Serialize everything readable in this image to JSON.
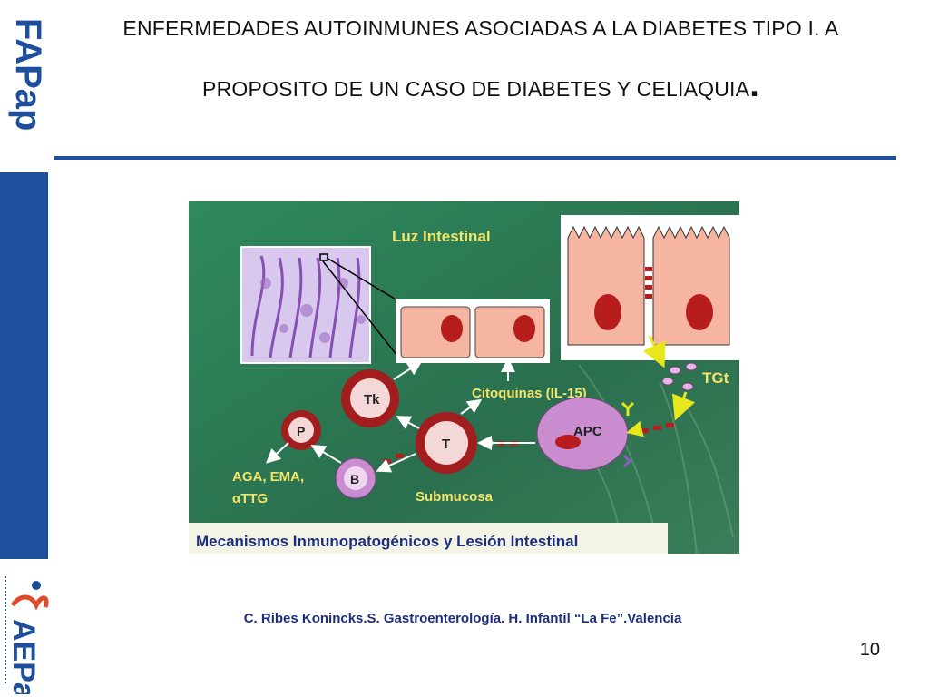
{
  "sidebar": {
    "top_logo_text": "FAPap",
    "bottom_logo_text": "AEPap"
  },
  "title": {
    "line1": "ENFERMEDADES AUTOINMUNES ASOCIADAS A LA DIABETES TIPO I. A",
    "line2": "PROPOSITO DE UN CASO DE DIABETES Y CELIAQUIA",
    "line2_dot": "."
  },
  "figure": {
    "label_lumen": "Luz Intestinal",
    "label_tgt": "TGt",
    "label_citoquinas": "Citoquinas (IL-15)",
    "cell_tk": "Tk",
    "cell_apc": "APC",
    "cell_p": "P",
    "cell_t": "T",
    "cell_b": "B",
    "label_antibodies_1": "AGA, EMA,",
    "label_antibodies_2": "αTTG",
    "label_submucosa": "Submucosa",
    "banner": "Mecanismos  Inmunopatogénicos y Lesión Intestinal",
    "colors": {
      "background": "#2d7a55",
      "banner_bg": "#f3f3e6",
      "label_yellow": "#f2e56b",
      "cell_skin": "#f5b5a0",
      "nucleus": "#b81d1d",
      "tk_cell": "#a21e1e",
      "apc_cell": "#c98dd0"
    }
  },
  "caption": "C. Ribes Konincks.S. Gastroenterología. H. Infantil “La Fe”.Valencia",
  "page_number": "10"
}
